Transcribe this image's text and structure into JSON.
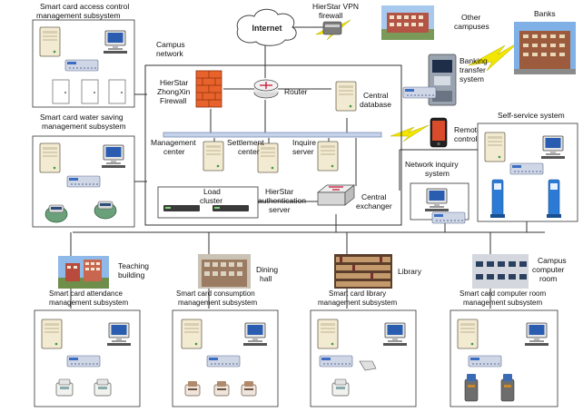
{
  "labels": {
    "access_control": [
      "Smart card access control",
      "management subsystem"
    ],
    "water_saving": [
      "Smart card water saving",
      "management subsystem"
    ],
    "campus_network": [
      "Campus",
      "network"
    ],
    "internet": "Internet",
    "vpn_firewall": [
      "HierStar VPN",
      "firewall"
    ],
    "other_campuses": [
      "Other",
      "campuses"
    ],
    "banks": "Banks",
    "zhongxin_firewall": [
      "HierStar",
      "ZhongXin",
      "Firewall"
    ],
    "router": "Router",
    "central_database": [
      "Central",
      "database"
    ],
    "banking_transfer": [
      "Banking",
      "transfer",
      "system"
    ],
    "remote_control": [
      "Remote",
      "control"
    ],
    "self_service": "Self-service system",
    "management_center": [
      "Management",
      "center"
    ],
    "settlement_center": [
      "Settlement",
      "center"
    ],
    "inquire_server": [
      "Inquire",
      "server"
    ],
    "network_inquiry": [
      "Network inquiry",
      "system"
    ],
    "load_cluster": [
      "Load",
      "cluster"
    ],
    "auth_server": [
      "HierStar",
      "authentication",
      "server"
    ],
    "central_exchanger": [
      "Central",
      "exchanger"
    ],
    "teaching_building": [
      "Teaching",
      "building"
    ],
    "dining_hall": [
      "Dining",
      "hall"
    ],
    "library": "Library",
    "campus_computer_room": [
      "Campus",
      "computer",
      "room"
    ],
    "attendance": [
      "Smart card attendance",
      "management subsystem"
    ],
    "consumption": [
      "Smart card consumption",
      "management subsystem"
    ],
    "library_mgmt": [
      "Smart card library",
      "management subsystem"
    ],
    "computer_room_mgmt": [
      "Smart card computer room",
      "management subsystem"
    ]
  },
  "colors": {
    "line": "#333333",
    "firewall": "#e8632b",
    "bolt": "#f2e600",
    "server": "#f3ead2",
    "monitor_screen": "#2a5db0",
    "reader": "#cfd6e6",
    "kiosk": "#2b7bd6"
  }
}
